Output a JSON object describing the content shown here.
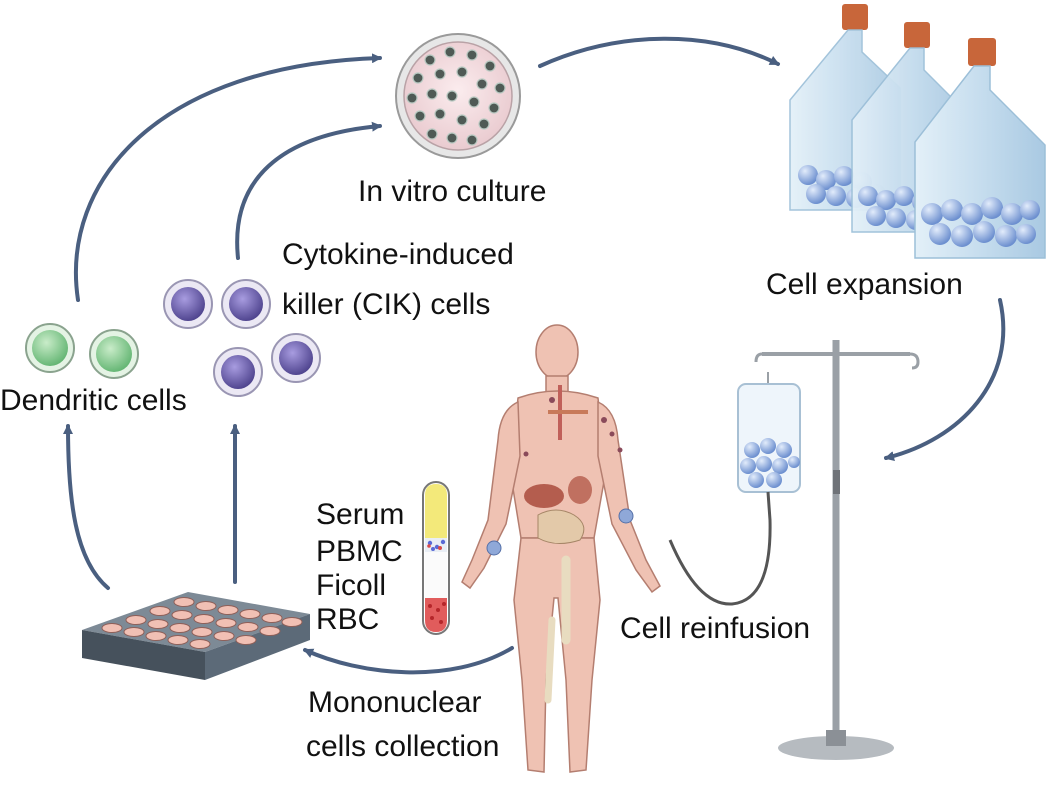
{
  "labels": {
    "in_vitro_culture": "In vitro culture",
    "cik_line1": "Cytokine-induced",
    "cik_line2": "killer (CIK) cells",
    "dendritic_cells": "Dendritic cells",
    "cell_expansion": "Cell expansion",
    "cell_reinfusion": "Cell reinfusion",
    "serum": "Serum",
    "pbmc": "PBMC",
    "ficoll": "Ficoll",
    "rbc": "RBC",
    "mono_line1": "Mononuclear",
    "mono_line2": "cells collection"
  },
  "colors": {
    "arrow": "#4a5f80",
    "dendritic_cell": "#7fc88a",
    "cik_cell": "#6b5fa8",
    "flask": "#cfe3f1",
    "flask_cap": "#c8663a",
    "body": "#efc2b3",
    "plate": "#5c6a78",
    "serum": "#f3e97a",
    "rbc": "#d94a4a"
  }
}
